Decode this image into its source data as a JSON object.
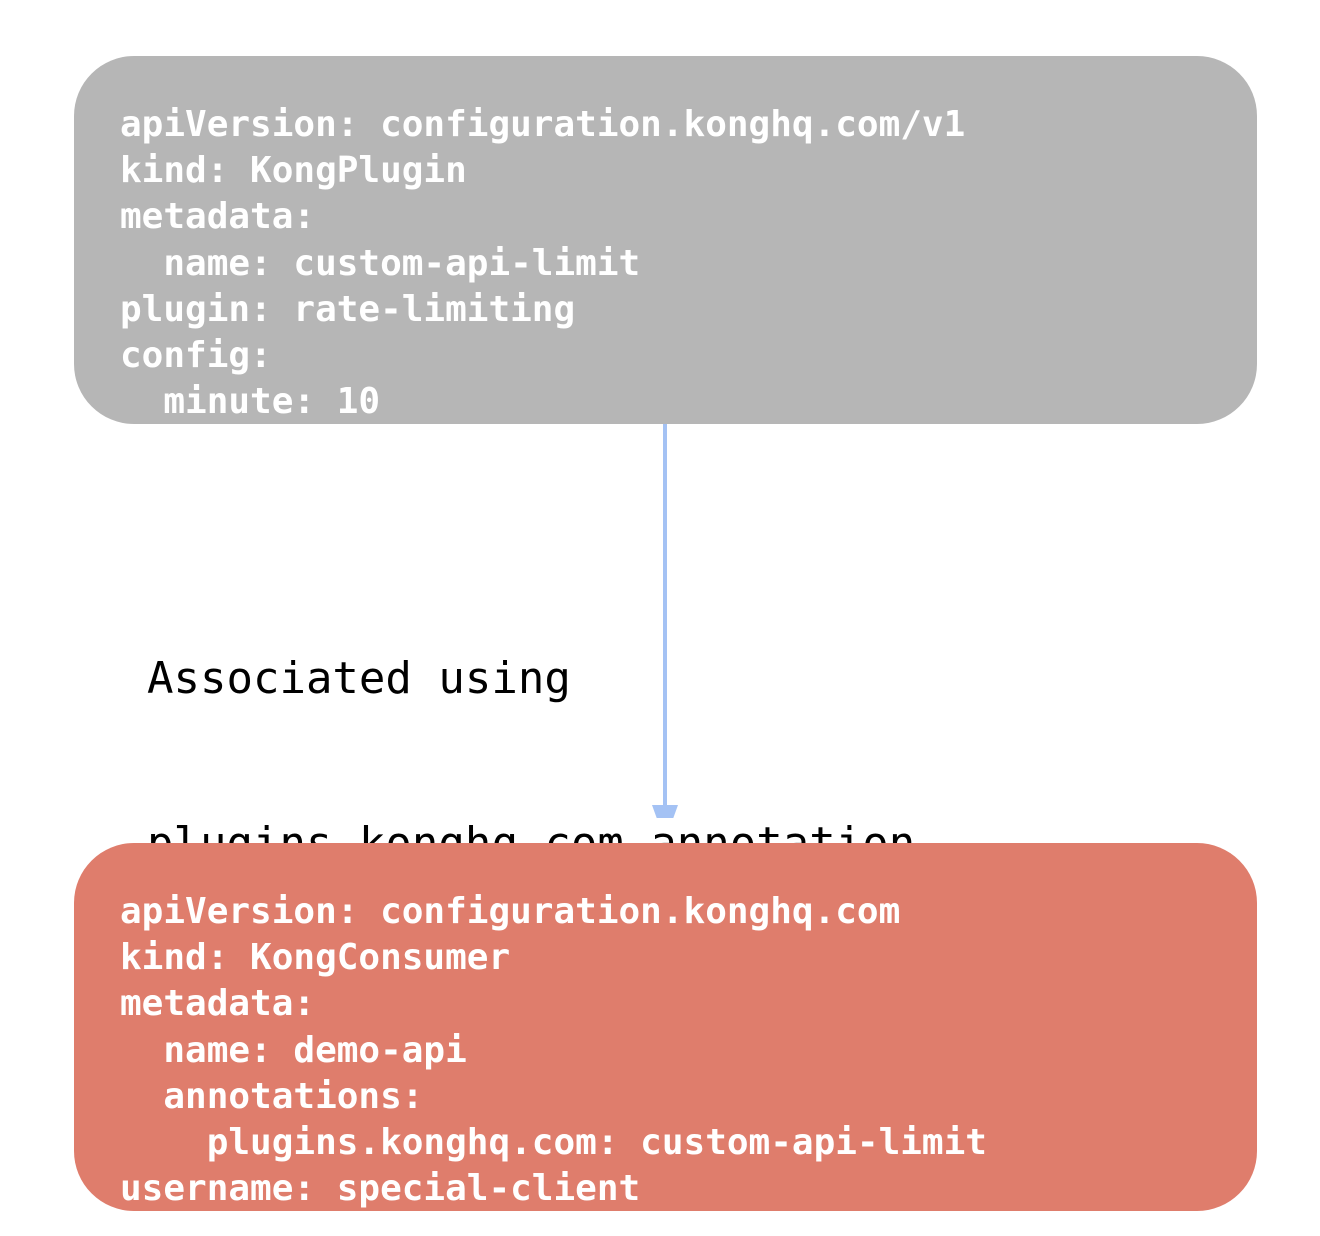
{
  "colors": {
    "top_box": "#b6b6b6",
    "bottom_box": "#df7d6c",
    "arrow": "#a4c2f4",
    "code_text": "#ffffff",
    "label_text": "#000000"
  },
  "plugin_yaml": {
    "lines": [
      "apiVersion: configuration.konghq.com/v1",
      "kind: KongPlugin",
      "metadata:",
      "  name: custom-api-limit",
      "plugin: rate-limiting",
      "config:",
      "  minute: 10"
    ]
  },
  "consumer_yaml": {
    "lines": [
      "apiVersion: configuration.konghq.com",
      "kind: KongConsumer",
      "metadata:",
      "  name: demo-api",
      "  annotations:",
      "    plugins.konghq.com: custom-api-limit",
      "username: special-client"
    ]
  },
  "connector_label": {
    "line1": "Associated using",
    "line2": "plugins.konghq.com annotation"
  }
}
